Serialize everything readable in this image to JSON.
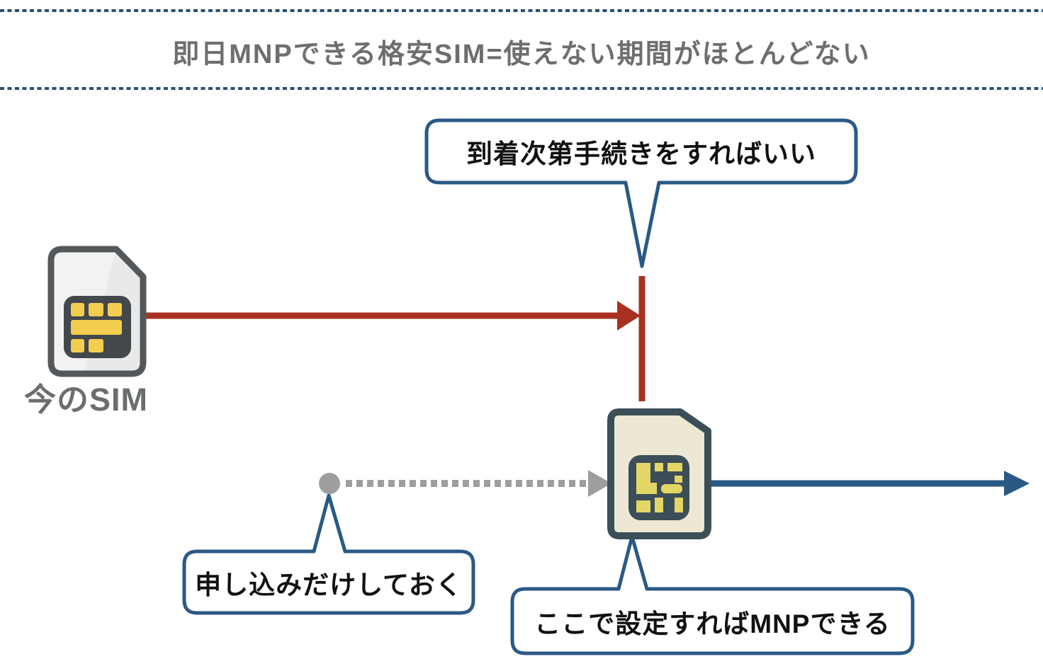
{
  "header": {
    "title": "即日MNPできる格安SIM=使えない期間がほとんどない"
  },
  "timeline": {
    "current_sim_label": "今のSIM",
    "callouts": {
      "arrival": "到着次第手続きをすればいい",
      "apply": "申し込みだけしておく",
      "activate": "ここで設定すればMNPできる"
    }
  },
  "icons": {
    "current_sim": "sim-card-icon",
    "new_sim": "sim-card-icon"
  },
  "colors": {
    "accent_blue": "#2a5985",
    "header_dot_blue": "#2d4e72",
    "red": "#a93121",
    "gray": "#9e9e9e",
    "white": "#ffffff",
    "title_text": "#6e6e6e",
    "sim_label_text": "#6b6e70",
    "callout_text": "#111111",
    "sim1_border": "#54585b",
    "sim1_fill": "#f2f2f2",
    "sim1_chip_base": "#43484d",
    "sim1_chip_gold": "#f3cd50",
    "sim2_border": "#3c4e57",
    "sim2_fill": "#ece8d4",
    "sim2_chip_gold": "#e3d666"
  }
}
